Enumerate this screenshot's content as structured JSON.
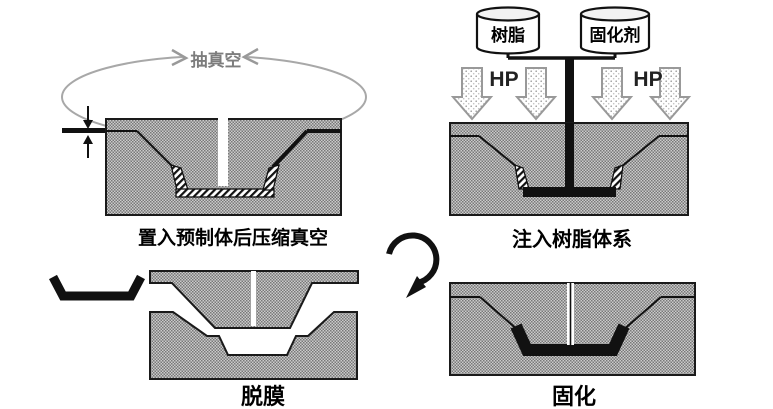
{
  "figure": {
    "title_semantic": "vacuum-assisted resin molding process diagram",
    "step1": {
      "caption": "置入预制体后压缩真空",
      "vacuum_label": "抽真空"
    },
    "step2": {
      "caption": "注入树脂体系",
      "resin_label": "树脂",
      "hardener_label": "固化剂",
      "hp_left": "HP",
      "hp_right": "HP"
    },
    "step3": {
      "caption": "脱膜"
    },
    "step4": {
      "caption": "固化"
    },
    "colors": {
      "background": "#ffffff",
      "mold_fill_light": "#cbcbcb",
      "mold_fill_dot": "#787878",
      "outline_black": "#1a1a1a",
      "vacuum_arc_gray": "#a8a8a8",
      "pressure_arrow_outline": "#999999",
      "part_black": "#111111"
    }
  }
}
